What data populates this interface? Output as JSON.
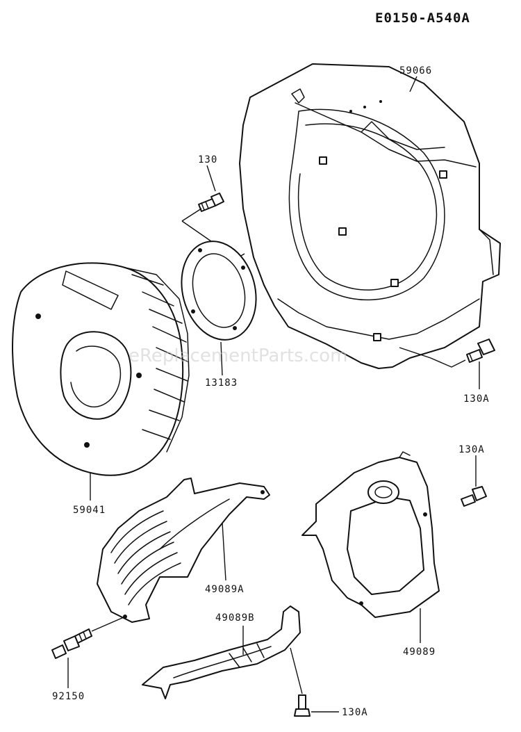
{
  "diagram": {
    "code": "E0150-A540A",
    "watermark": "eReplacementParts.com",
    "parts": {
      "p59066": "59066",
      "p130_top": "130",
      "p13183": "13183",
      "p130a_right": "130A",
      "p59041": "59041",
      "p130a_mid": "130A",
      "p49089a": "49089A",
      "p49089": "49089",
      "p49089b": "49089B",
      "p92150": "92150",
      "p130a_bottom": "130A"
    }
  }
}
